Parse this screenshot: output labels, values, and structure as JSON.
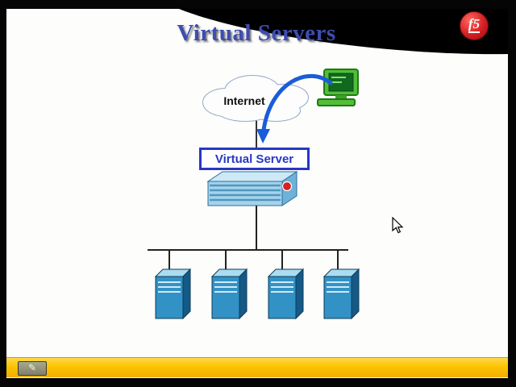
{
  "slide": {
    "title": "Virtual Servers",
    "brand": {
      "logo_text": "f5"
    },
    "diagram": {
      "internet_label": "Internet",
      "virtual_server_label": "Virtual Server",
      "appliance": "big-ip-load-balancer",
      "client_icon": "green-desktop-computer",
      "server_count": 4
    },
    "toolbar": {
      "annotation_tool": "pen"
    }
  },
  "colors": {
    "title_blue": "#3d4db0",
    "virtual_server_accent": "#2737c4",
    "arrow_blue": "#1b5cd8",
    "server_front_blue": "#3292c6",
    "appliance_blue": "#a6d3ea",
    "computer_green": "#53bd3a",
    "bottom_bar_yellow": "#fcc400",
    "f5_red": "#d51f23",
    "swoosh_black": "#000000"
  }
}
